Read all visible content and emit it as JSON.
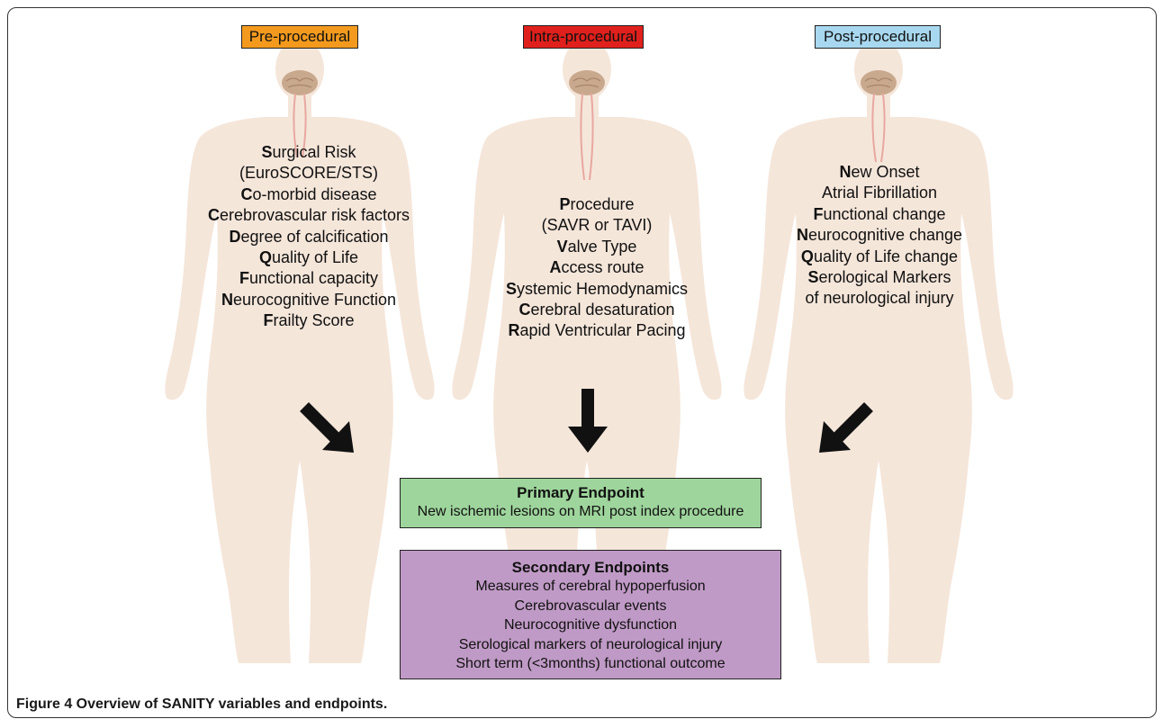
{
  "headers": {
    "pre": "Pre-procedural",
    "intra": "Intra-procedural",
    "post": "Post-procedural"
  },
  "pre_items": [
    {
      "first": "S",
      "rest": "urgical Risk"
    },
    {
      "first": "",
      "rest": " (EuroSCORE/STS)"
    },
    {
      "first": "C",
      "rest": "o-morbid disease"
    },
    {
      "first": "C",
      "rest": "erebrovascular risk factors"
    },
    {
      "first": "D",
      "rest": "egree of calcification"
    },
    {
      "first": "Q",
      "rest": "uality of Life"
    },
    {
      "first": "F",
      "rest": "unctional capacity"
    },
    {
      "first": "N",
      "rest": "eurocognitive Function"
    },
    {
      "first": "F",
      "rest": "railty Score"
    }
  ],
  "intra_items": [
    {
      "first": "P",
      "rest": "rocedure"
    },
    {
      "first": "",
      "rest": " (SAVR or TAVI)"
    },
    {
      "first": "V",
      "rest": "alve Type"
    },
    {
      "first": "A",
      "rest": "ccess route"
    },
    {
      "first": "S",
      "rest": "ystemic Hemodynamics"
    },
    {
      "first": "C",
      "rest": "erebral desaturation"
    },
    {
      "first": "R",
      "rest": "apid Ventricular Pacing"
    }
  ],
  "post_items": [
    {
      "first": "N",
      "rest": "ew Onset"
    },
    {
      "first": "",
      "rest": "Atrial Fibrillation"
    },
    {
      "first": "F",
      "rest": "unctional change"
    },
    {
      "first": "N",
      "rest": "eurocognitive change"
    },
    {
      "first": "Q",
      "rest": "uality of Life change"
    },
    {
      "first": "S",
      "rest": "erological Markers"
    },
    {
      "first": "",
      "rest": "of neurological injury"
    }
  ],
  "primary": {
    "title": "Primary Endpoint",
    "text": "New ischemic lesions on MRI post index procedure"
  },
  "secondary": {
    "title": "Secondary Endpoints",
    "items": [
      "Measures of cerebral hypoperfusion",
      "Cerebrovascular events",
      "Neurocognitive dysfunction",
      "Serological markers of neurological injury",
      "Short term (<3months) functional outcome"
    ]
  },
  "caption": "Figure 4 Overview of SANITY variables and endpoints.",
  "colors": {
    "pre_header": "#f39a1e",
    "intra_header": "#e0201c",
    "post_header": "#a8d8ef",
    "primary_box": "#9ed59c",
    "secondary_box": "#c09ac6",
    "body_silhouette": "#f5e6da",
    "brain": "#c9a98e",
    "arrow": "#111111"
  }
}
